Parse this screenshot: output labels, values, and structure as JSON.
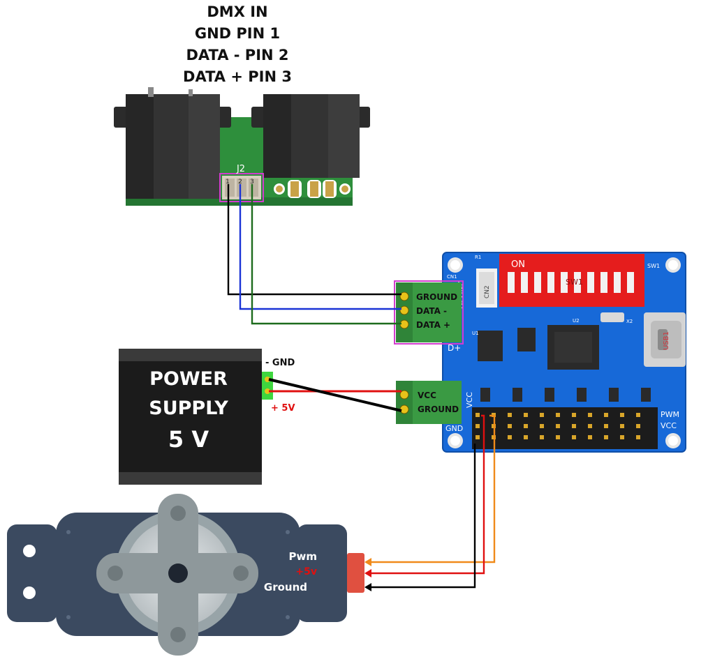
{
  "header": {
    "line1": "DMX IN",
    "line2": "GND PIN 1",
    "line3": "DATA - PIN 2",
    "line4": "DATA + PIN 3"
  },
  "xlr_board": {
    "connector_ref": "J2",
    "pin_1": "1",
    "pin_2": "2",
    "pin_3": "3"
  },
  "terminal_dmx": {
    "ground": "GROUND",
    "data_minus": "DATA -",
    "data_plus": "DATA +"
  },
  "terminal_power": {
    "vcc": "VCC",
    "ground": "GROUND"
  },
  "power_supply": {
    "line1": "POWER",
    "line2": "SUPPLY",
    "line3": "5 V",
    "gnd_label": "- GND",
    "plus_label": "+ 5V"
  },
  "controller": {
    "switch_on": "ON",
    "switch_ref": "SW1",
    "cn1": "CN1",
    "r1": "R1",
    "cn2": "CN2",
    "d_gnd": "D- GND",
    "d_plus": "D+",
    "vcc_side": "VCC",
    "gnd_side": "GND",
    "pwm": "PWM",
    "vcc": "VCC",
    "usb": "USB1",
    "u1": "U1",
    "u2": "U2",
    "x2": "X2"
  },
  "servo": {
    "pwm": "Pwm",
    "plus5v": "+5v",
    "ground": "Ground"
  },
  "colors": {
    "wire_black": "#000000",
    "wire_blue": "#1a33d6",
    "wire_green": "#1d6b1d",
    "wire_red": "#e01010",
    "wire_orange": "#f08a1a",
    "pcb_blue": "#1769d8",
    "pcb_green": "#2f9a3e",
    "dip_red": "#e51d1d",
    "terminal_green": "#3a9a43",
    "psu_body": "#1b1b1b",
    "servo_body": "#3b4a60"
  }
}
